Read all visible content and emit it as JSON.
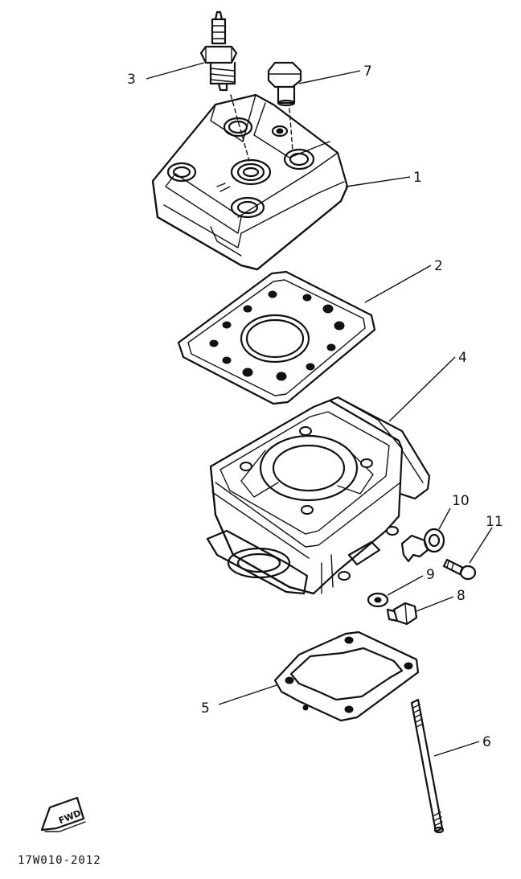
{
  "callouts": [
    {
      "id": "1",
      "label": "1"
    },
    {
      "id": "2",
      "label": "2"
    },
    {
      "id": "3",
      "label": "3"
    },
    {
      "id": "4",
      "label": "4"
    },
    {
      "id": "5",
      "label": "5"
    },
    {
      "id": "6",
      "label": "6"
    },
    {
      "id": "7",
      "label": "7"
    },
    {
      "id": "8",
      "label": "8"
    },
    {
      "id": "9",
      "label": "9"
    },
    {
      "id": "10",
      "label": "10"
    },
    {
      "id": "11",
      "label": "11"
    }
  ],
  "fwd_marker": {
    "label": "FWD"
  },
  "diagram_code": "17W010-2012"
}
